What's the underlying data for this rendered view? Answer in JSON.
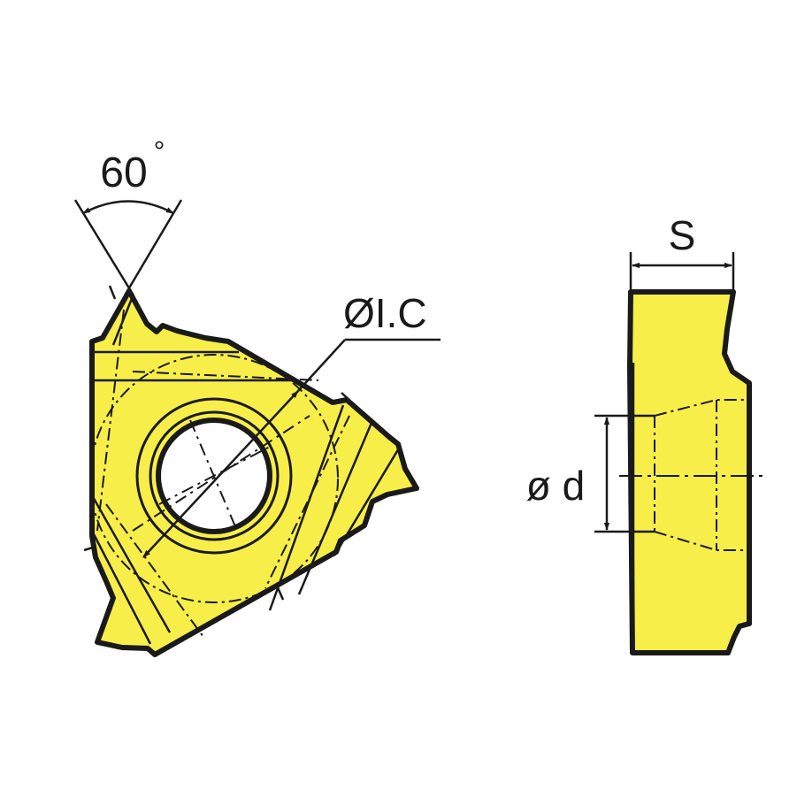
{
  "colors": {
    "insert_fill": "#F8EE4A",
    "outline": "#1a1a1a",
    "background": "#ffffff",
    "hole": "#ffffff"
  },
  "labels": {
    "angle": "60",
    "angle_unit": "°",
    "inscribed_circle": "ØI.C",
    "thickness": "S",
    "hole_diameter": "ø d"
  }
}
